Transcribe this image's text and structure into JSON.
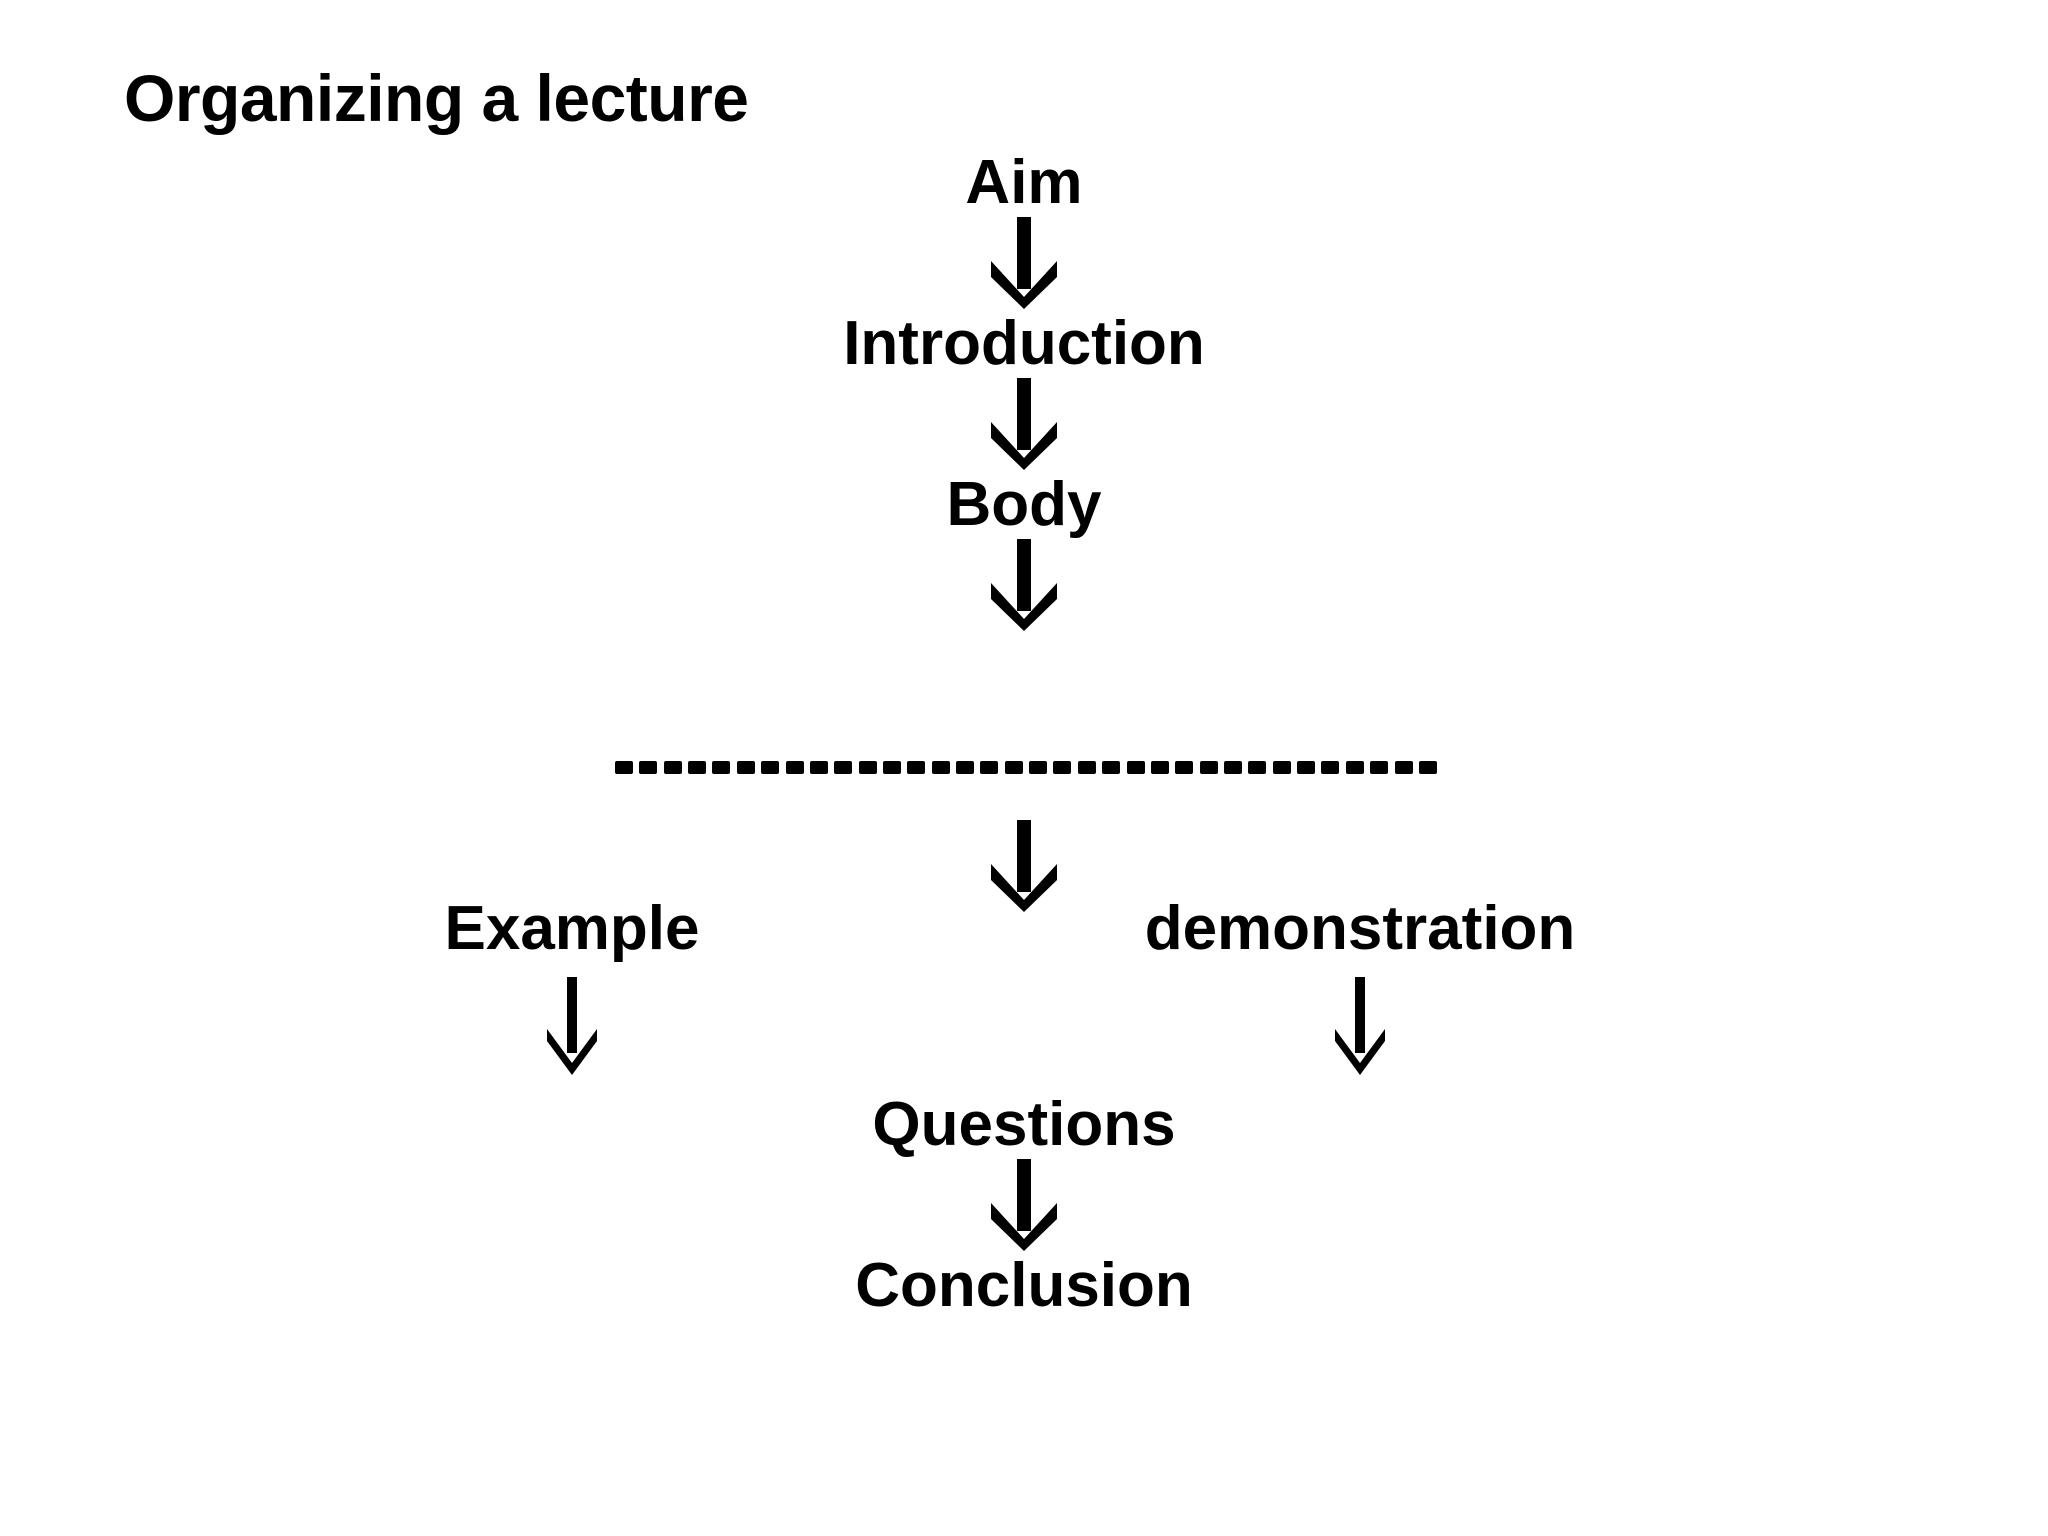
{
  "slide": {
    "title": "Organizing a lecture",
    "background_color": "#FFFFFF",
    "text_color": "#000000"
  },
  "diagram": {
    "type": "flowchart",
    "orientation": "top-to-bottom",
    "main_flow": [
      {
        "id": "aim",
        "label": "Aim"
      },
      {
        "id": "introduction",
        "label": "Introduction"
      },
      {
        "id": "body",
        "label": "Body"
      }
    ],
    "separator": {
      "style": "dashed",
      "glyph": "-",
      "dash_count": 34
    },
    "branches": [
      {
        "id": "example",
        "label": "Example",
        "side": "left"
      },
      {
        "id": "demonstration",
        "label": "demonstration",
        "side": "right"
      }
    ],
    "tail_flow": [
      {
        "id": "questions",
        "label": "Questions"
      },
      {
        "id": "conclusion",
        "label": "Conclusion"
      }
    ],
    "arrow_glyph": "↓",
    "arrows": [
      {
        "id": "arrow-aim-introduction",
        "from": "aim",
        "to": "introduction"
      },
      {
        "id": "arrow-introduction-body",
        "from": "introduction",
        "to": "body"
      },
      {
        "id": "arrow-body-separator",
        "from": "body",
        "to": "separator"
      },
      {
        "id": "arrow-separator-branches",
        "from": "separator",
        "to": "branches"
      },
      {
        "id": "arrow-example-questions",
        "from": "example",
        "to": "questions"
      },
      {
        "id": "arrow-demonstration-questions",
        "from": "demonstration",
        "to": "questions"
      },
      {
        "id": "arrow-questions-conclusion",
        "from": "questions",
        "to": "conclusion"
      }
    ]
  }
}
